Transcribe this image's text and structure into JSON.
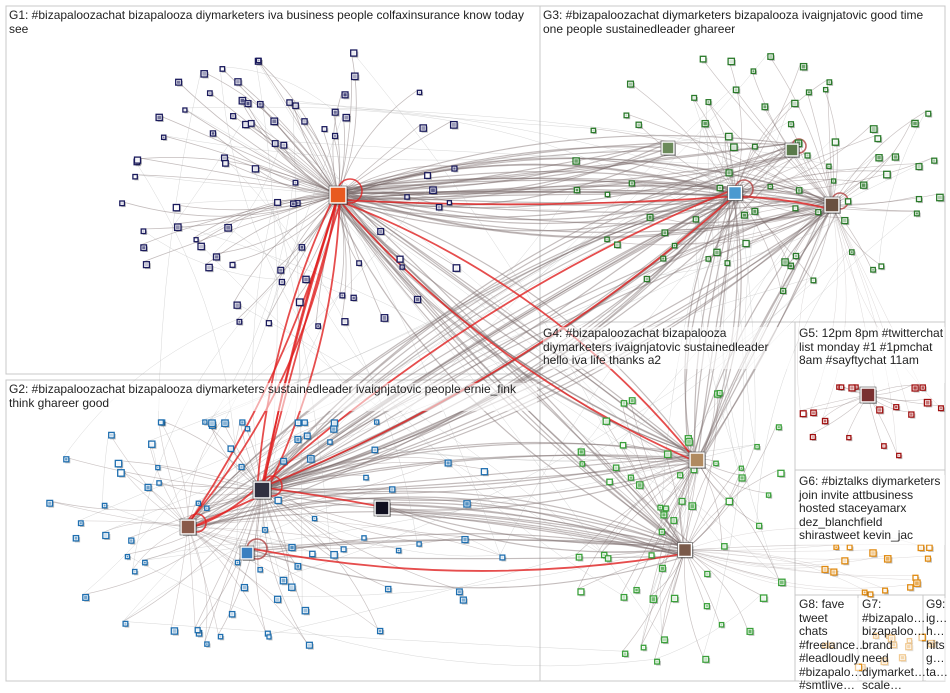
{
  "colors": {
    "edge_gray": "#7a6a6a",
    "edge_red": "#e02020",
    "g1_node": "#1a1a5c",
    "g2_node": "#1f6fb0",
    "g3_node": "#2a7a2a",
    "g4_node": "#3aa03a",
    "g5_node": "#a01010",
    "g6_node": "#e08a10"
  },
  "groups": [
    {
      "id": "G1",
      "label": "G1: #bizapaloozachat bizapalooza diymarketers iva business people colfaxinsurance know today see"
    },
    {
      "id": "G2",
      "label": "G2: #bizapaloozachat bizapalooza diymarketers sustainedleader ivaignjatovic people ernie_fink think ghareer good"
    },
    {
      "id": "G3",
      "label": "G3: #bizapaloozachat diymarketers bizapalooza ivaignjatovic good time one people sustainedleader ghareer"
    },
    {
      "id": "G4",
      "label": "G4: #bizapaloozachat bizapalooza diymarketers ivaignjatovic sustainedleader hello iva life thanks a2"
    },
    {
      "id": "G5",
      "label": "G5: 12pm 8pm #twitterchat list monday #1 #1pmchat 8am #sayftychat 11am"
    },
    {
      "id": "G6",
      "label": "G6: #biztalks diymarketers join invite attbusiness hosted staceyamarx dez_blanchfield shirastweet kevin_jac"
    },
    {
      "id": "G7",
      "label": "G7: #bizapalo… bizapaloo… brand need diymarket… scale…"
    },
    {
      "id": "G8",
      "label": "G8: fave tweet chats #freelance… #leadloudly #bizapalo… #smtlive…"
    },
    {
      "id": "G9",
      "label": "G9: ig… h… hits g… ta…"
    }
  ]
}
